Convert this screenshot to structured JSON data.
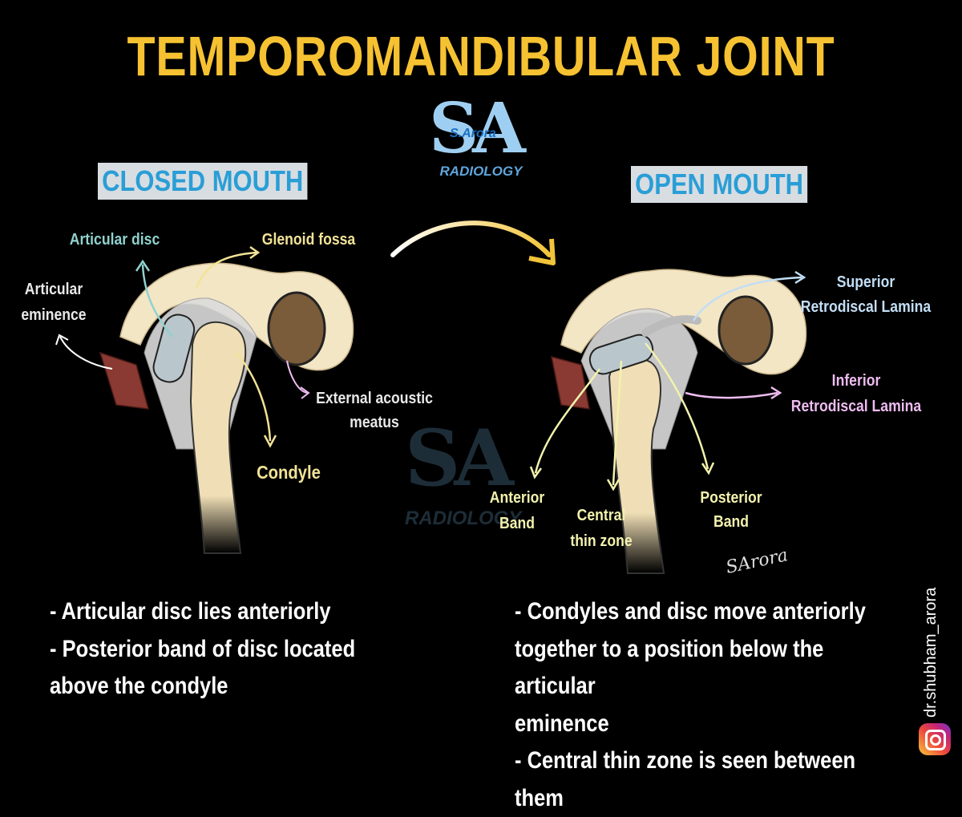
{
  "title": "TEMPOROMANDIBULAR JOINT",
  "logo": {
    "initials": "SA",
    "name": "S.Arora",
    "sub": "RADIOLOGY"
  },
  "left": {
    "heading": "CLOSED MOUTH",
    "labels": {
      "articular_disc": "Articular disc",
      "glenoid_fossa": "Glenoid fossa",
      "articular_eminence_1": "Articular",
      "articular_eminence_2": "eminence",
      "external_acoustic_1": "External acoustic",
      "external_acoustic_2": "meatus",
      "condyle": "Condyle"
    },
    "notes": [
      "- Articular disc lies anteriorly",
      "- Posterior band of disc located",
      "above the condyle"
    ]
  },
  "right": {
    "heading": "OPEN MOUTH",
    "labels": {
      "superior_1": "Superior",
      "superior_2": "Retrodiscal Lamina",
      "inferior_1": "Inferior",
      "inferior_2": "Retrodiscal Lamina",
      "anterior_1": "Anterior",
      "anterior_2": "Band",
      "central_1": "Central",
      "central_2": "thin zone",
      "posterior_1": "Posterior",
      "posterior_2": "Band"
    },
    "notes": [
      "- Condyles and disc move anteriorly",
      "together to a position below the articular",
      "eminence",
      "- Central thin zone is seen between them"
    ]
  },
  "signature": "SArora",
  "handle": "dr.shubham_arora",
  "colors": {
    "title": "#f6c232",
    "heading_text": "#2a9ed6",
    "heading_bg": "#d8dde2",
    "teal": "#8fd2ce",
    "yellow": "#f2e396",
    "pink": "#eebcf0",
    "blue": "#c2def6"
  }
}
